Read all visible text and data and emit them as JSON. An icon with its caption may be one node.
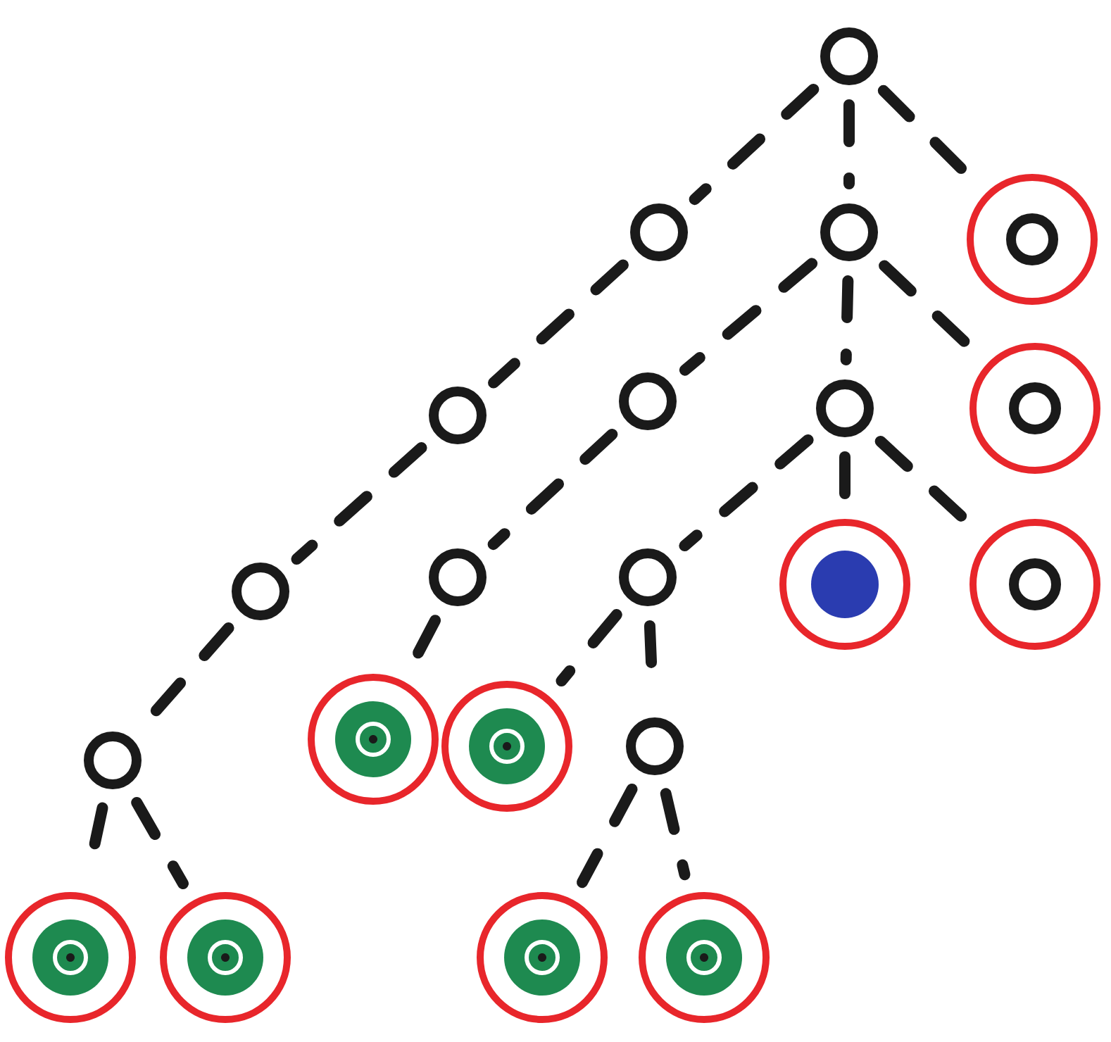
{
  "diagram": {
    "nodes": [
      {
        "text": [],
        "shape": "circle"
      },
      {
        "text": [],
        "shape": "circle"
      },
      {
        "text": [],
        "shape": "circle"
      },
      {
        "text": [],
        "shape": "circle"
      },
      {
        "text": [],
        "shape": "circle"
      },
      {
        "text": [],
        "shape": "circle"
      },
      {
        "text": [],
        "shape": "circle"
      },
      {
        "text": [],
        "shape": "circle"
      },
      {
        "text": [],
        "shape": "circle"
      },
      {
        "text": [],
        "shape": "circle"
      },
      {
        "text": [],
        "shape": "circle"
      },
      {
        "text": [],
        "shape": "circle"
      },
      {
        "text": [],
        "shape": "circle"
      },
      {
        "text": [],
        "shape": "circle"
      },
      {
        "text": [],
        "shape": "circle"
      },
      {
        "text": [],
        "shape": "circle"
      },
      {
        "text": [],
        "shape": "circle"
      },
      {
        "text": [],
        "shape": "circle"
      },
      {
        "text": [],
        "shape": "circle"
      },
      {
        "text": [],
        "shape": "circle"
      },
      {
        "text": [],
        "shape": "circle"
      }
    ],
    "edges": [
      {
        "from": 0,
        "to": 1,
        "arrow": "none"
      },
      {
        "from": 0,
        "to": 2,
        "arrow": "none"
      },
      {
        "from": 0,
        "to": 3,
        "arrow": "none"
      },
      {
        "from": 1,
        "to": 4,
        "arrow": "none"
      },
      {
        "from": 2,
        "to": 5,
        "arrow": "none"
      },
      {
        "from": 2,
        "to": 6,
        "arrow": "none"
      },
      {
        "from": 2,
        "to": 7,
        "arrow": "none"
      },
      {
        "from": 4,
        "to": 8,
        "arrow": "none"
      },
      {
        "from": 5,
        "to": 9,
        "arrow": "none"
      },
      {
        "from": 6,
        "to": 10,
        "arrow": "none"
      },
      {
        "from": 6,
        "to": 11,
        "arrow": "none"
      },
      {
        "from": 6,
        "to": 12,
        "arrow": "none"
      },
      {
        "from": 8,
        "to": 13,
        "arrow": "none"
      },
      {
        "from": 9,
        "to": 14,
        "arrow": "none"
      },
      {
        "from": 10,
        "to": 15,
        "arrow": "none"
      },
      {
        "from": 10,
        "to": 16,
        "arrow": "none"
      },
      {
        "from": 13,
        "to": 17,
        "arrow": "none"
      },
      {
        "from": 13,
        "to": 18,
        "arrow": "none"
      },
      {
        "from": 16,
        "to": 19,
        "arrow": "none"
      },
      {
        "from": 16,
        "to": 20,
        "arrow": "none"
      }
    ]
  }
}
